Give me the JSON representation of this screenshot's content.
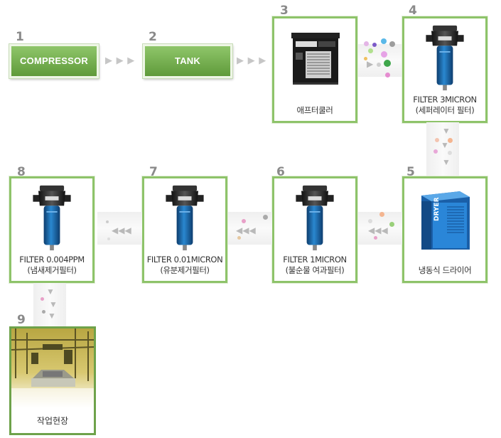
{
  "steps": [
    {
      "number": "1",
      "label": "COMPRESSOR"
    },
    {
      "number": "2",
      "label": "TANK"
    },
    {
      "number": "3",
      "label": "애프터쿨러"
    },
    {
      "number": "4",
      "label_line1": "FILTER 3MICRON",
      "label_line2": "(세퍼레이터 필터)"
    },
    {
      "number": "5",
      "label": "냉동식 드라이어"
    },
    {
      "number": "6",
      "label_line1": "FILTER 1MICRON",
      "label_line2": "(불순물 여과필터)"
    },
    {
      "number": "7",
      "label_line1": "FILTER 0.01MICRON",
      "label_line2": "(유분제거필터)"
    },
    {
      "number": "8",
      "label_line1": "FILTER 0.004PPM",
      "label_line2": "(냄새제거필터)"
    },
    {
      "number": "9",
      "label": "작업현장"
    }
  ],
  "icons": {
    "aftercooler": "aftercooler-unit-icon",
    "filter": "filter-housing-icon",
    "dryer": "refrigerated-dryer-icon",
    "site": "factory-floor-image"
  },
  "colors": {
    "accent_green": "#8ec36a",
    "pill_green": "#6aa544",
    "filter_blue": "#1f6fb8",
    "dryer_blue": "#1e73c8"
  }
}
